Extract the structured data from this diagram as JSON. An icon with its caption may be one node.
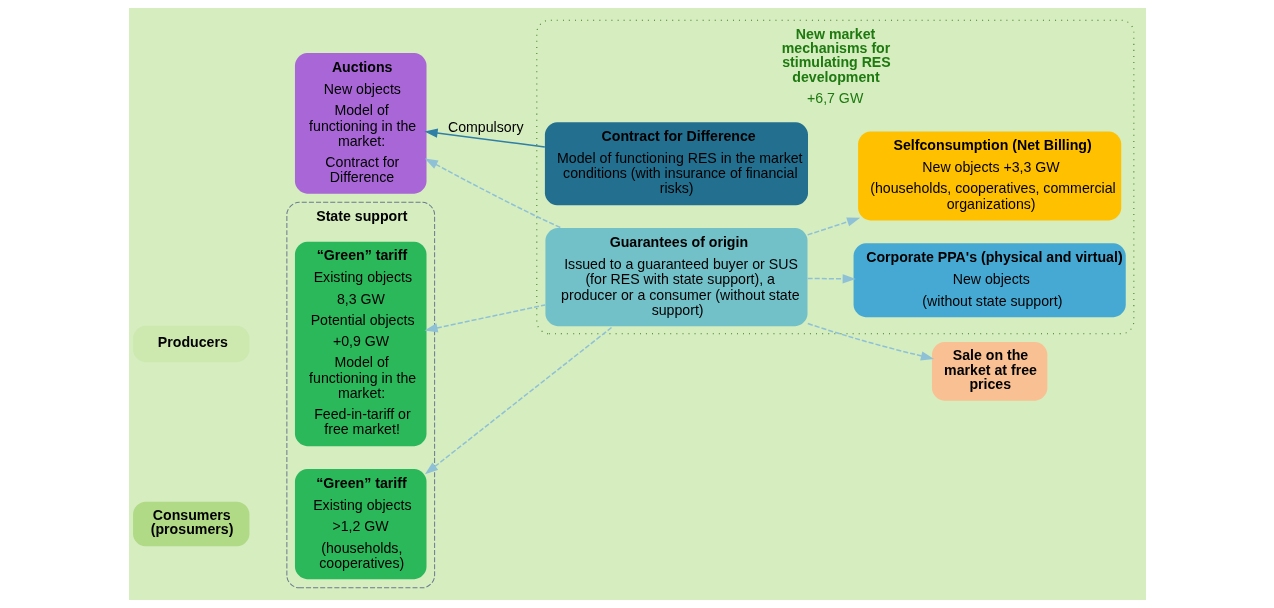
{
  "diagram": {
    "nodes": [
      {
        "text": [
          "State support"
        ]
      },
      {
        "text": [
          "New market mechanisms for stimulating RES development",
          "+6,7 GW"
        ]
      },
      {
        "text": [
          "Producers"
        ]
      },
      {
        "text": [
          "Consumers (prosumers)"
        ]
      },
      {
        "text": [
          "“Green” tariff",
          "Existing objects",
          "8,3 GW",
          "Potential objects",
          "+0,9 GW",
          "Model of functioning in the market:",
          "Feed-in-tariff or free market!"
        ],
        "in": 0
      },
      {
        "text": [
          "Auctions",
          "New objects",
          "Model of functioning in the market:",
          "Contract for Difference"
        ]
      },
      {
        "text": [
          "Contract for Difference",
          "Model of functioning RES in the market conditions (with insurance of financial risks)"
        ],
        "in": 1
      },
      {
        "text": [
          "Corporate PPA's (physical and virtual)",
          "New objects",
          "(without state support)"
        ],
        "in": 1
      },
      {
        "text": [
          "Guarantees of origin",
          "Issued to a guaranteed buyer or SUS (for RES with state support), a producer or a consumer (without state support)"
        ],
        "in": 1
      },
      {
        "text": [
          "“Green” tariff",
          "Existing objects",
          ">1,2 GW",
          "(households, cooperatives)"
        ],
        "in": 0
      },
      {
        "text": [
          "Selfconsumption (Net Billing)",
          "New objects +3,3 GW",
          "(households, cooperatives, commercial organizations)"
        ],
        "in": 1
      },
      {
        "text": [
          "Sale on the market at free prices"
        ]
      }
    ],
    "edges": [
      {
        "from": 6,
        "to": 5,
        "arrow": "to",
        "label": "Compulsory",
        "color": "#2f7fa6"
      },
      {
        "from": 8,
        "to": 7,
        "arrow": "to",
        "style": "dashed"
      },
      {
        "from": 8,
        "to": 5,
        "arrow": "to",
        "style": "dashed"
      },
      {
        "from": 8,
        "to": 4,
        "arrow": "to",
        "style": "dashed"
      },
      {
        "from": 8,
        "to": 11,
        "arrow": "to",
        "style": "dashed"
      },
      {
        "from": 8,
        "to": 10,
        "arrow": "to",
        "style": "dashed"
      },
      {
        "from": 8,
        "to": 9,
        "arrow": "to",
        "style": "dashed"
      }
    ]
  }
}
